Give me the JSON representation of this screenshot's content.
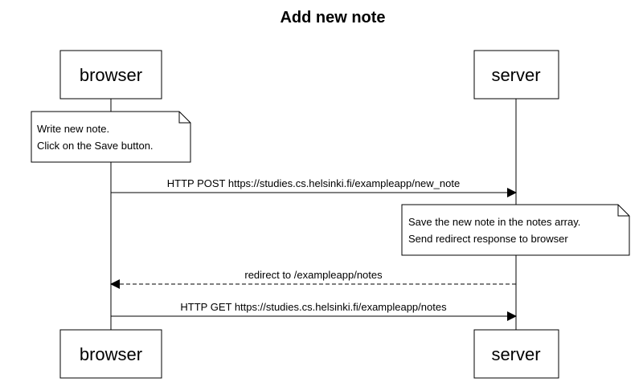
{
  "title": "Add new note",
  "participants": {
    "browser": "browser",
    "server": "server"
  },
  "notes": [
    {
      "side": "left of browser",
      "lines": [
        "Write new note.",
        "Click on the Save button."
      ]
    },
    {
      "side": "left of server",
      "lines": [
        "Save the new note in the notes array.",
        "Send redirect response to browser"
      ]
    }
  ],
  "messages": [
    {
      "from": "browser",
      "to": "server",
      "label": "HTTP POST  https://studies.cs.helsinki.fi/exampleapp/new_note",
      "style": "solid"
    },
    {
      "from": "server",
      "to": "browser",
      "label": "redirect to /exampleapp/notes",
      "style": "dashed"
    },
    {
      "from": "browser",
      "to": "server",
      "label": "HTTP GET https://studies.cs.helsinki.fi/exampleapp/notes",
      "style": "solid"
    }
  ]
}
